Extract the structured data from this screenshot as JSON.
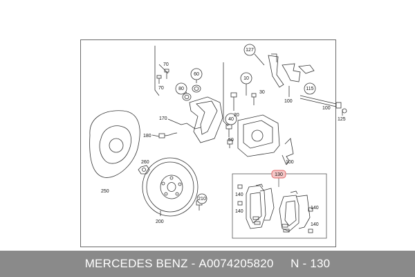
{
  "footer": {
    "brand": "MERCEDES BENZ",
    "separator": " - ",
    "part_number": "A0074205820",
    "position": "N - 130"
  },
  "diagram": {
    "labels": [
      "70",
      "60",
      "70",
      "80",
      "127",
      "10",
      "30",
      "20",
      "115",
      "100",
      "100",
      "125",
      "170",
      "40",
      "50",
      "180",
      "260",
      "250",
      "210",
      "200",
      "100",
      "130",
      "140",
      "140",
      "140",
      "140"
    ],
    "colors": {
      "line": "#333333",
      "highlight": "#e06666",
      "highlight_fill": "#f4c7c7",
      "frame": "#6a6a6a",
      "footer_bg": "#8a8a8a"
    }
  }
}
